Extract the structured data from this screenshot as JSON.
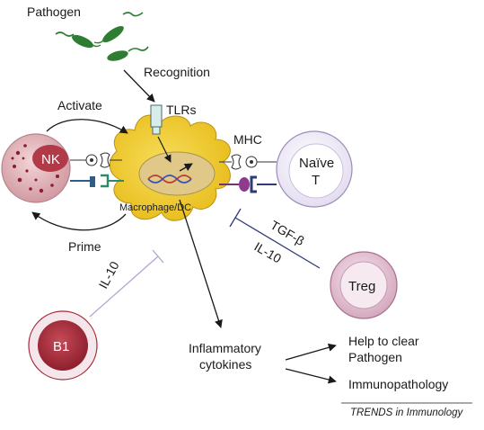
{
  "labels": {
    "pathogen": "Pathogen",
    "recognition": "Recognition",
    "tlrs": "TLRs",
    "activate": "Activate",
    "prime": "Prime",
    "mhc": "MHC",
    "macrophage": "Macrophage/DC",
    "nk": "NK",
    "naive_line1": "Naïve",
    "naive_line2": "T",
    "tgf": "TGF-β",
    "il10_treg": "IL-10",
    "il10_b1": "IL-10",
    "treg": "Treg",
    "b1": "B1",
    "inflammatory_line1": "Inflammatory",
    "inflammatory_line2": "cytokines",
    "help_line1": "Help to clear",
    "help_line2": "Pathogen",
    "immunopathology": "Immunopathology"
  },
  "footer": {
    "italic": "TRENDS",
    "rest": " in Immunology"
  },
  "colors": {
    "pathogen": "#2e7d32",
    "macrophage": "#f2cc2a",
    "nk": "#d9a7ac",
    "nk_dots": "#8b1e2e",
    "naive": "#e7e2f1",
    "treg": "#d9b2c6",
    "b1": "#a52a3a",
    "inhibit_line": "#2f3a78",
    "inhibit_line_light": "#b9a3cf"
  }
}
